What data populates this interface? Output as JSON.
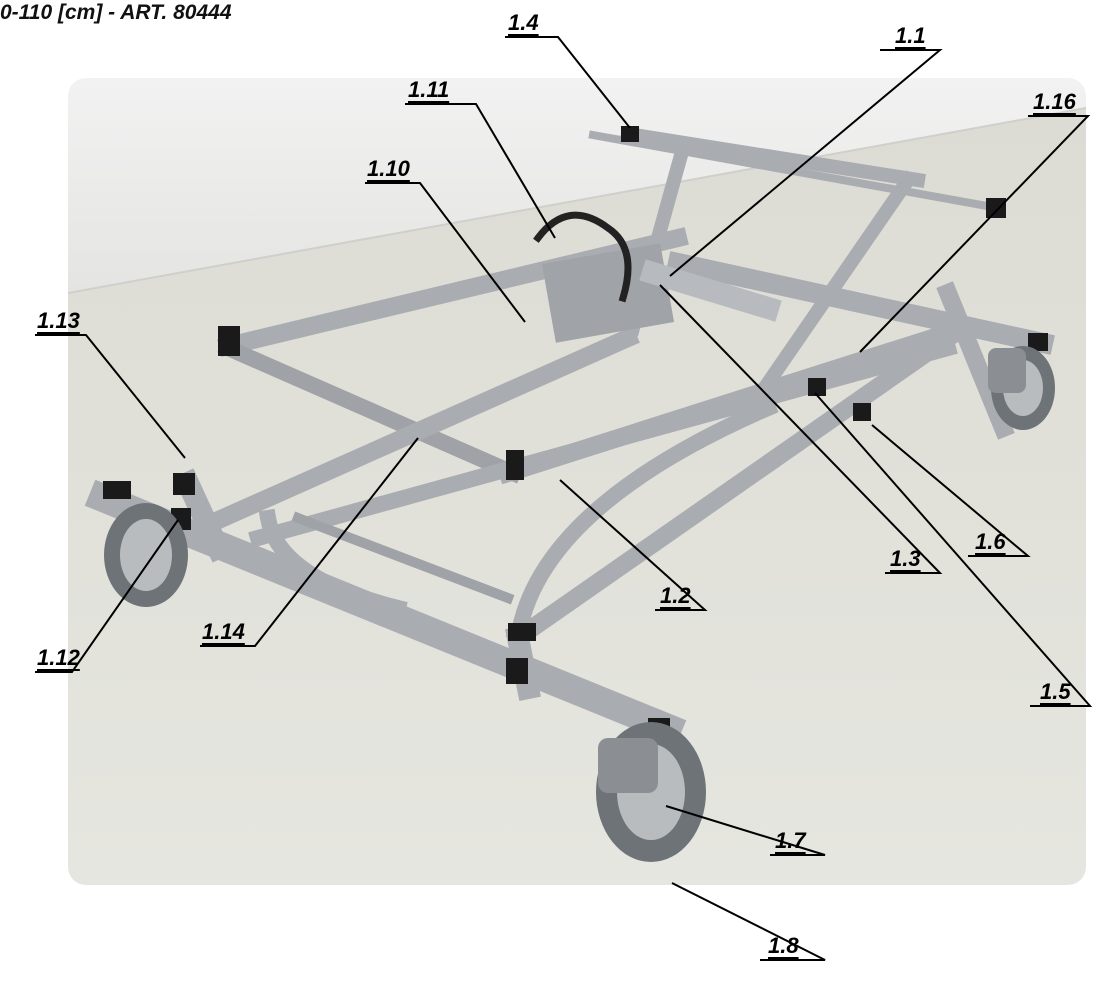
{
  "title": "0-110 [cm] - ART. 80444",
  "callouts": [
    {
      "id": "c-1-4",
      "label": "1.4"
    },
    {
      "id": "c-1-1",
      "label": "1.1"
    },
    {
      "id": "c-1-11",
      "label": "1.11"
    },
    {
      "id": "c-1-16",
      "label": "1.16"
    },
    {
      "id": "c-1-10",
      "label": "1.10"
    },
    {
      "id": "c-1-13",
      "label": "1.13"
    },
    {
      "id": "c-1-14",
      "label": "1.14"
    },
    {
      "id": "c-1-2",
      "label": "1.2"
    },
    {
      "id": "c-1-12",
      "label": "1.12"
    },
    {
      "id": "c-1-3",
      "label": "1.3"
    },
    {
      "id": "c-1-6",
      "label": "1.6"
    },
    {
      "id": "c-1-5",
      "label": "1.5"
    },
    {
      "id": "c-1-7",
      "label": "1.7"
    },
    {
      "id": "c-1-8",
      "label": "1.8"
    }
  ],
  "colors": {
    "frame": "#a9adb2",
    "frame_shadow": "#7f848a",
    "caps": "#1a1a1a",
    "wheel": "#6e7378",
    "floor": "#d9d9d2",
    "wall": "#eeeeee",
    "leader": "#000000"
  }
}
